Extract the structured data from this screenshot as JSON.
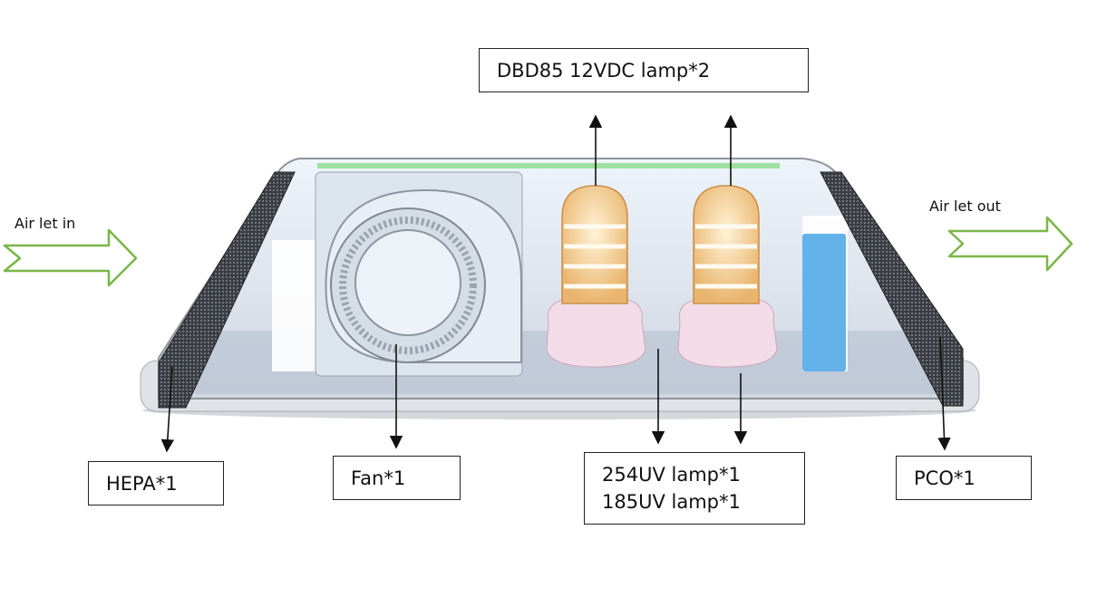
{
  "labels": {
    "dbd_lamp": "DBD85 12VDC lamp*2",
    "hepa": "HEPA*1",
    "fan": "Fan*1",
    "uv_254": "254UV lamp*1",
    "uv_185": "185UV lamp*1",
    "pco": "PCO*1",
    "air_in": "Air let in",
    "air_out": "Air let out"
  },
  "colors": {
    "airflow_arrow": "#7ab648",
    "lamp_shell": "#f2c98a",
    "lamp_base": "#f3dbe7",
    "pco_panel": "#63b3ea",
    "housing": "#d6d9de"
  }
}
